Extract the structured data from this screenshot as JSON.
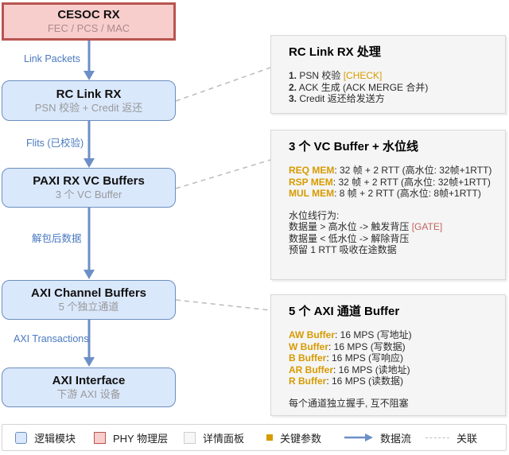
{
  "flow": {
    "nodes": [
      {
        "title": "CESOC RX",
        "subtitle": "FEC / PCS / MAC",
        "type": "phy"
      },
      {
        "title": "RC Link RX",
        "subtitle": "PSN 校验 + Credit 返还",
        "type": "logic"
      },
      {
        "title": "PAXI RX VC Buffers",
        "subtitle": "3 个 VC Buffer",
        "type": "logic"
      },
      {
        "title": "AXI Channel Buffers",
        "subtitle": "5 个独立通道",
        "type": "logic"
      },
      {
        "title": "AXI Interface",
        "subtitle": "下游 AXI 设备",
        "type": "logic"
      }
    ],
    "edges": [
      {
        "label": "Link Packets"
      },
      {
        "label": "Flits (已校验)"
      },
      {
        "label": "解包后数据"
      },
      {
        "label": "AXI Transactions"
      }
    ]
  },
  "panels": [
    {
      "title": "RC Link RX 处理",
      "items": [
        {
          "num": "1.",
          "text": "PSN 校验",
          "tag": "[CHECK]"
        },
        {
          "num": "2.",
          "text": "ACK 生成 (ACK MERGE 合并)",
          "tag": ""
        },
        {
          "num": "3.",
          "text": "Credit 返还给发送方",
          "tag": ""
        }
      ]
    },
    {
      "title": "3 个 VC Buffer + 水位线",
      "mem": [
        {
          "label": "REQ MEM",
          "rest": ": 32 帧 + 2 RTT (高水位: 32帧+1RTT)"
        },
        {
          "label": "RSP MEM",
          "rest": ": 32 帧 + 2 RTT (高水位: 32帧+1RTT)"
        },
        {
          "label": "MUL MEM",
          "rest": ": 8 帧 + 2 RTT (高水位: 8帧+1RTT)"
        }
      ],
      "behavior_heading": "水位线行为:",
      "behavior": [
        {
          "text": "数据量 > 高水位 -> 触发背压",
          "tag": "[GATE]"
        },
        {
          "text": "数据量 < 低水位 -> 解除背压",
          "tag": ""
        },
        {
          "text": "预留 1 RTT 吸收在途数据",
          "tag": ""
        }
      ]
    },
    {
      "title": "5 个 AXI 通道 Buffer",
      "channels": [
        {
          "label": "AW Buffer",
          "rest": ": 16 MPS (写地址)"
        },
        {
          "label": "W Buffer",
          "rest": ": 16 MPS (写数据)"
        },
        {
          "label": "B Buffer",
          "rest": ": 16 MPS (写响应)"
        },
        {
          "label": "AR Buffer",
          "rest": ": 16 MPS (读地址)"
        },
        {
          "label": "R Buffer",
          "rest": ": 16 MPS (读数据)"
        }
      ],
      "footer": "每个通道独立握手, 互不阻塞"
    }
  ],
  "legend": {
    "items": [
      {
        "label": "逻辑模块"
      },
      {
        "label": "PHY 物理层"
      },
      {
        "label": "详情面板"
      },
      {
        "label": "关键参数"
      },
      {
        "label": "数据流"
      },
      {
        "label": "关联"
      }
    ]
  },
  "colors": {
    "logic_fill": "#dae8fc",
    "logic_border": "#6c8ebf",
    "phy_fill": "#f8cecc",
    "phy_border": "#b85450",
    "panel_fill": "#f5f5f5",
    "panel_border": "#d8d8d8",
    "flow_arrow": "#6d8fc7",
    "edge_label_blue": "#4a79c0",
    "key_param_orange": "#d79b00",
    "gate_red": "#c26360",
    "assoc_dash_gray": "#bbbbbb"
  }
}
